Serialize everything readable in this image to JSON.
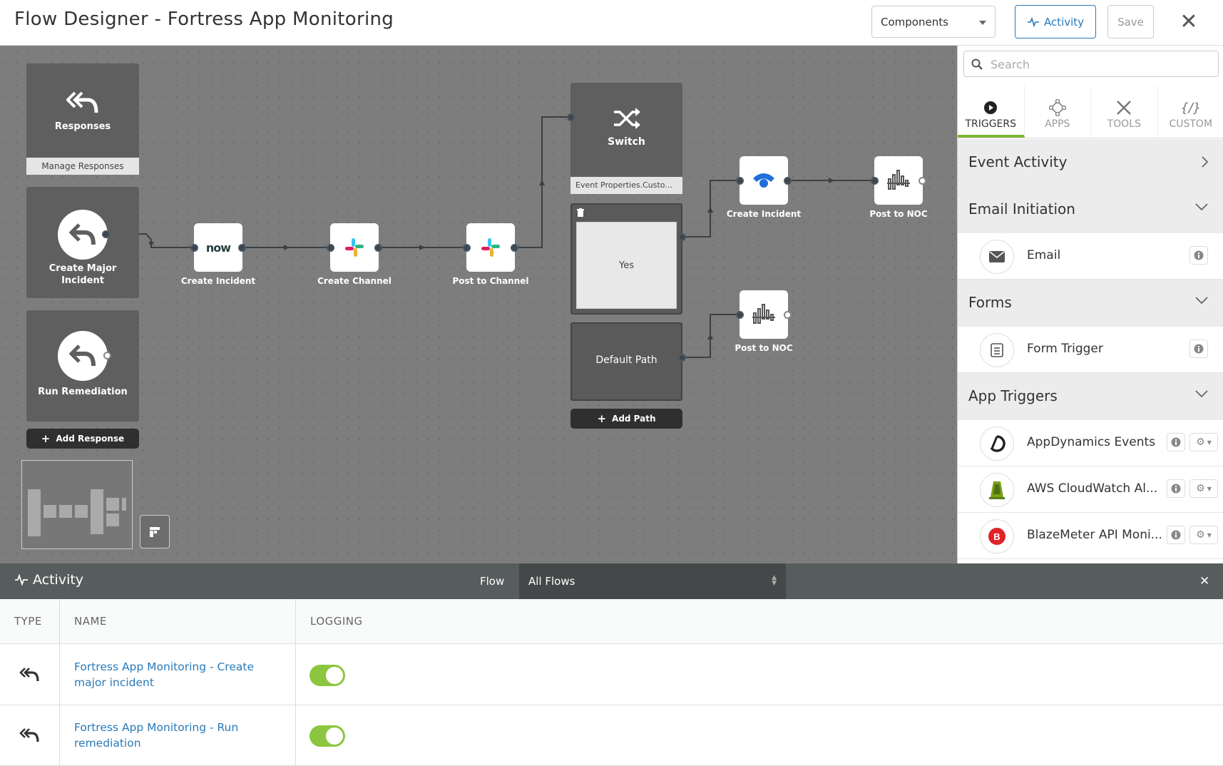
{
  "header": {
    "title": "Flow Designer - Fortress App Monitoring",
    "components_select": "Components",
    "activity_label": "Activity",
    "save_label": "Save"
  },
  "canvas": {
    "responses": {
      "label": "Responses",
      "manage_label": "Manage Responses",
      "items": [
        {
          "label": "Create Major Incident"
        },
        {
          "label": "Run Remediation"
        }
      ],
      "add_response_label": "Add Response"
    },
    "nodes": {
      "create_incident_1": "Create Incident",
      "create_channel": "Create Channel",
      "post_to_channel": "Post to Channel",
      "create_incident_2": "Create Incident",
      "post_to_noc_1": "Post to NOC",
      "post_to_noc_2": "Post to NOC"
    },
    "switch": {
      "label": "Switch",
      "condition": "Event Properties.Custo...",
      "yes_label": "Yes",
      "default_label": "Default Path",
      "add_path_label": "Add Path"
    },
    "servicenow_logo_text": "now"
  },
  "panel": {
    "search_placeholder": "Search",
    "tabs": [
      {
        "label": "TRIGGERS",
        "icon": "play-circle-icon",
        "active": true
      },
      {
        "label": "APPS",
        "icon": "nodes-icon",
        "active": false
      },
      {
        "label": "TOOLS",
        "icon": "tools-icon",
        "active": false
      },
      {
        "label": "CUSTOM",
        "icon": "code-icon",
        "active": false
      }
    ],
    "sections": [
      {
        "title": "Event Activity",
        "expanded": false
      },
      {
        "title": "Email Initiation",
        "expanded": true,
        "items": [
          "Email"
        ]
      },
      {
        "title": "Forms",
        "expanded": true,
        "items": [
          "Form Trigger"
        ]
      },
      {
        "title": "App Triggers",
        "expanded": true,
        "items": [
          "AppDynamics Events",
          "AWS CloudWatch Al...",
          "BlazeMeter API Moni..."
        ]
      }
    ]
  },
  "activity": {
    "title": "Activity",
    "flow_label": "Flow",
    "flow_value": "All Flows",
    "columns": [
      "TYPE",
      "NAME",
      "LOGGING"
    ],
    "rows": [
      {
        "name": "Fortress App Monitoring - Create major incident",
        "logging": true
      },
      {
        "name": "Fortress App Monitoring - Run remediation",
        "logging": true
      }
    ]
  },
  "colors": {
    "accent_blue": "#2a7ab8",
    "toggle_green": "#8cc63f",
    "canvas_gray": "#7d7d7d",
    "tab_active": "#7fb539"
  }
}
